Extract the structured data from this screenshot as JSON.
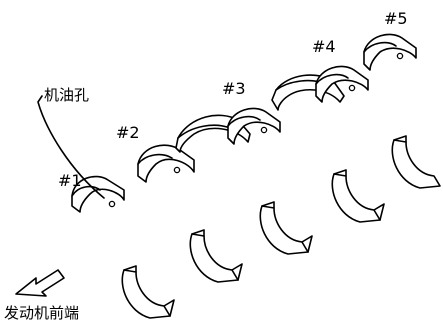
{
  "labels": {
    "oil_hole": "机油孔",
    "engine_front": "发动机前端",
    "bearing_1": "#1",
    "bearing_2": "#2",
    "bearing_3": "#3",
    "bearing_4": "#4",
    "bearing_5": "#5"
  },
  "colors": {
    "ink": "#000000",
    "background": "#ffffff"
  }
}
